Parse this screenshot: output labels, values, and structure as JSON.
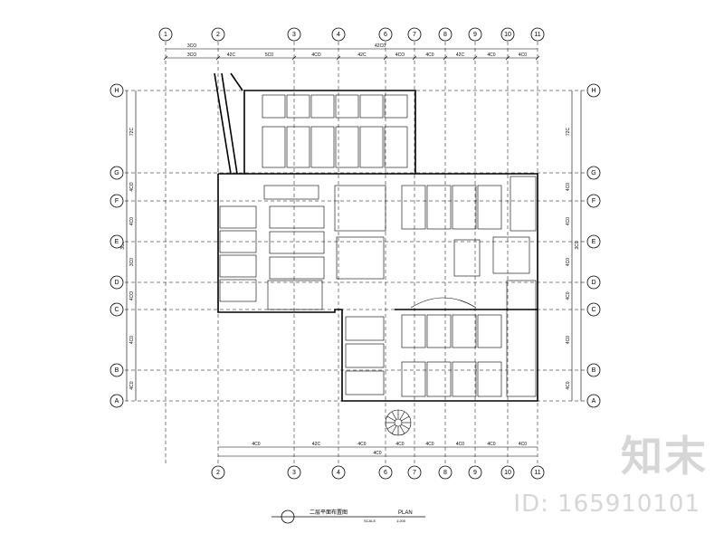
{
  "drawing": {
    "title_cn": "二层平面布置图",
    "title_en": "PLAN",
    "scale_label": "SCALE",
    "scale_value": "1:200"
  },
  "axes": {
    "vertical": [
      "1",
      "2",
      "3",
      "4",
      "6",
      "7",
      "8",
      "9",
      "10",
      "11"
    ],
    "vertical_bottom": [
      "2",
      "3",
      "4",
      "6",
      "7",
      "8",
      "9",
      "10",
      "11"
    ],
    "horizontal": [
      "H",
      "G",
      "F",
      "E",
      "D",
      "C",
      "B",
      "A"
    ]
  },
  "dimensions": {
    "top_row1": [
      "3CO",
      "42C0"
    ],
    "top_row2": [
      "3CO",
      "42C",
      "5C0",
      "4CO",
      "42C",
      "4CO",
      "4C0",
      "42C",
      "4C0",
      "4C0"
    ],
    "left": [
      "72C",
      "4CO",
      "4C0",
      "3C0",
      "4CO",
      "4C0",
      "4C0"
    ],
    "right": [
      "72C",
      "4C0",
      "4C0",
      "4C0",
      "4C0",
      "4C0",
      "4C0"
    ],
    "right_total": "3C0",
    "left_total": "3C0",
    "bottom_row1": [
      "4C0",
      "42C",
      "4C0",
      "4C0",
      "4C0",
      "4C0",
      "4C0",
      "4C0"
    ],
    "bottom_total": "4C0"
  },
  "watermark": {
    "logo_text": "知末",
    "id_text": "ID: 165910101"
  }
}
